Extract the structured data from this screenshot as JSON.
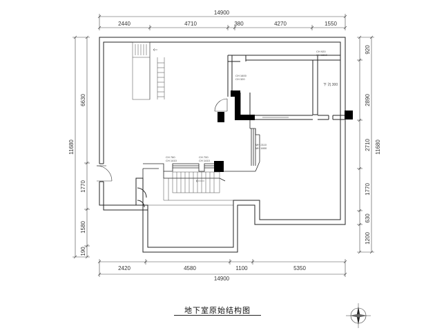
{
  "title": "地下室原始结构图",
  "dimensions": {
    "top_total": "14900",
    "top_segments": [
      "2440",
      "4710",
      "380",
      "4270",
      "1550"
    ],
    "bottom_total": "14900",
    "bottom_segments": [
      "2420",
      "4580",
      "1100",
      "5350"
    ],
    "left_total": "11680",
    "left_segments": [
      "6630",
      "1770",
      "1580",
      "190"
    ],
    "right_total": "11680",
    "right_segments": [
      "920",
      "2890",
      "2710",
      "1770",
      "630",
      "1200"
    ]
  },
  "annotations": {
    "window_top_right": [
      "CH 920",
      "CH 1610"
    ],
    "window_mid": [
      "CH 1600",
      "CH 320"
    ],
    "down_label": "下 沉 300",
    "window_side": [
      "MH 2110",
      "MH 1800"
    ],
    "window_lower_a": [
      "CH 760",
      "CH 1410"
    ],
    "window_lower_b": [
      "CH 700",
      "CH 1410"
    ]
  }
}
